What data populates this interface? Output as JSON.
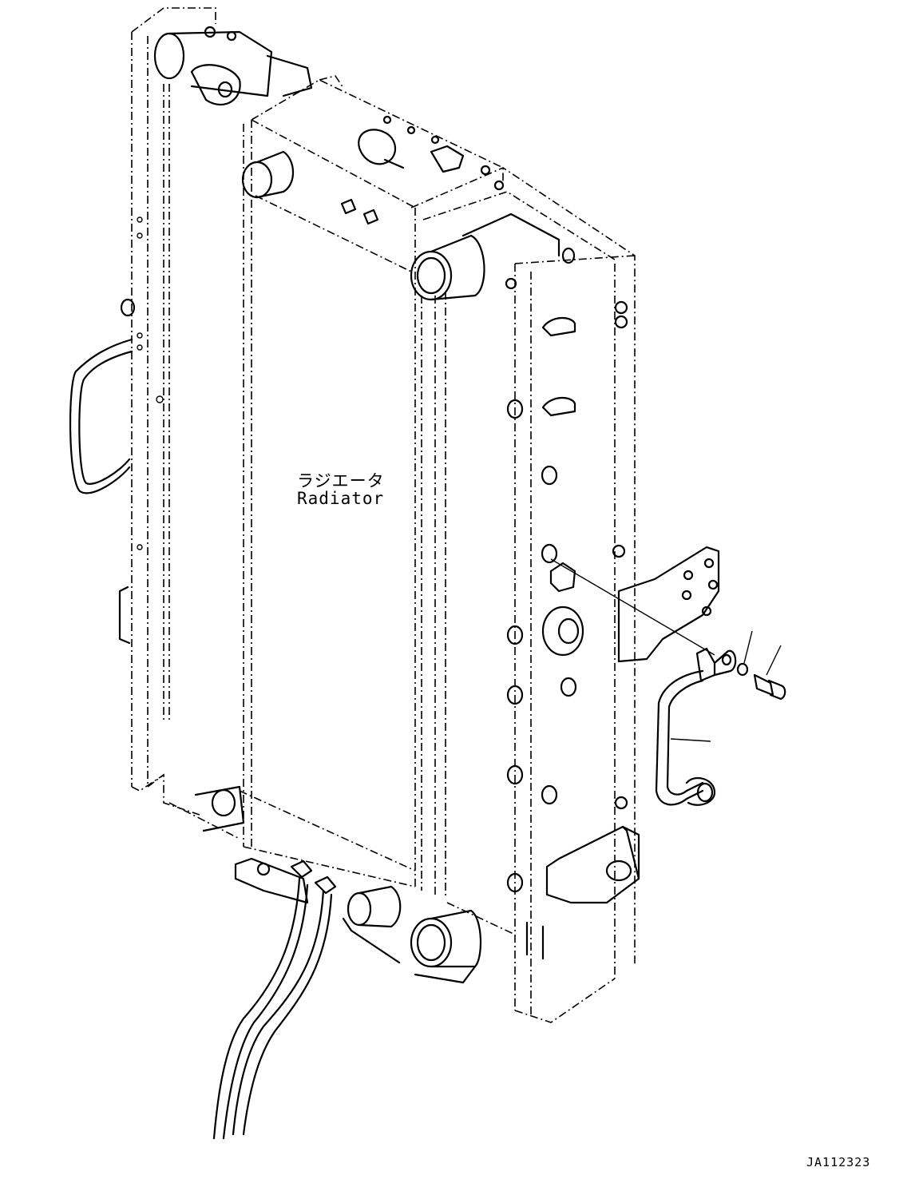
{
  "labels": {
    "radiator_jp": "ラジエータ",
    "radiator_en": "Radiator"
  },
  "drawing_number": "JA112323"
}
